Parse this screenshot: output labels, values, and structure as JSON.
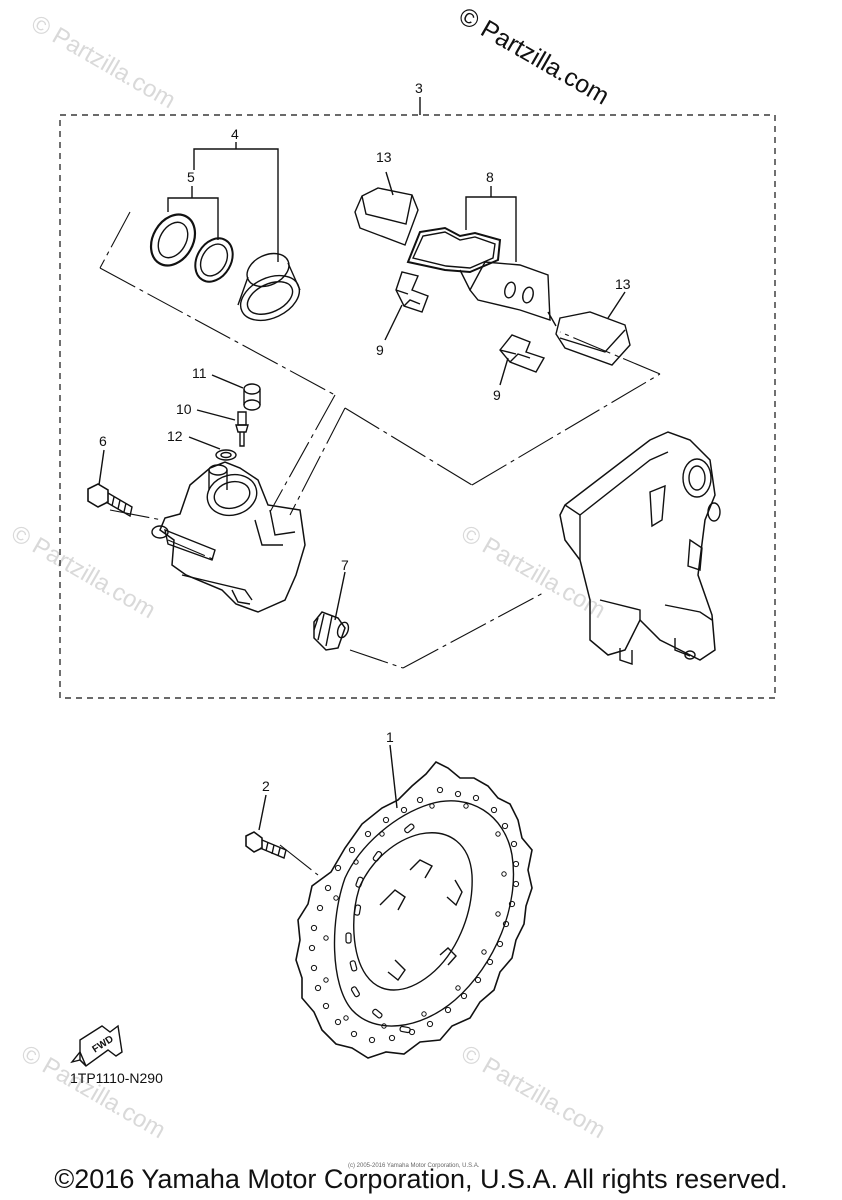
{
  "watermark": "© Partzilla.com",
  "brand": "© Partzilla.com",
  "callouts": {
    "c1": "1",
    "c2": "2",
    "c3": "3",
    "c4": "4",
    "c5": "5",
    "c6": "6",
    "c7": "7",
    "c8": "8",
    "c9a": "9",
    "c9b": "9",
    "c10": "10",
    "c11": "11",
    "c12": "12",
    "c13a": "13",
    "c13b": "13"
  },
  "fwd_label": "FWD",
  "diagram_ref": "1TP1110-N290",
  "fine_print": "(c) 2005-2016 Yamaha Motor Corporation, U.S.A.",
  "copyright": "©2016 Yamaha Motor Corporation, U.S.A. All rights reserved."
}
